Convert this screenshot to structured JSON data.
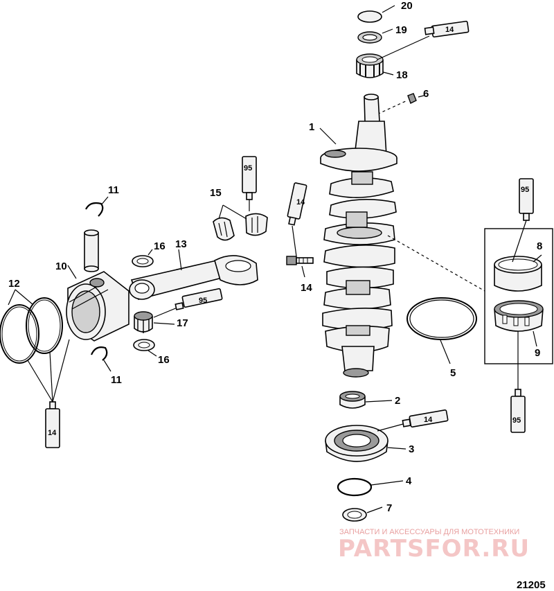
{
  "callouts": {
    "c1": "1",
    "c2": "2",
    "c3": "3",
    "c4": "4",
    "c5": "5",
    "c6": "6",
    "c7": "7",
    "c8": "8",
    "c9": "9",
    "c10": "10",
    "c11a": "11",
    "c11b": "11",
    "c12": "12",
    "c13": "13",
    "c14a": "14",
    "c15": "15",
    "c16a": "16",
    "c16b": "16",
    "c17": "17",
    "c18": "18",
    "c19": "19",
    "c20": "20"
  },
  "tubes": {
    "t14_top": "14",
    "t95_rod": "95",
    "t14_left": "14",
    "t95_right_top": "95",
    "t95_bearing": "95",
    "t14_bearing3": "14",
    "t14_piston": "14",
    "t95_right_bottom": "95"
  },
  "watermark": {
    "tagline": "ЗАПЧАСТИ И АКСЕССУАРЫ ДЛЯ МОТОТЕХНИКИ",
    "brand": "PARTSFOR.RU"
  },
  "figure_number": "21205"
}
